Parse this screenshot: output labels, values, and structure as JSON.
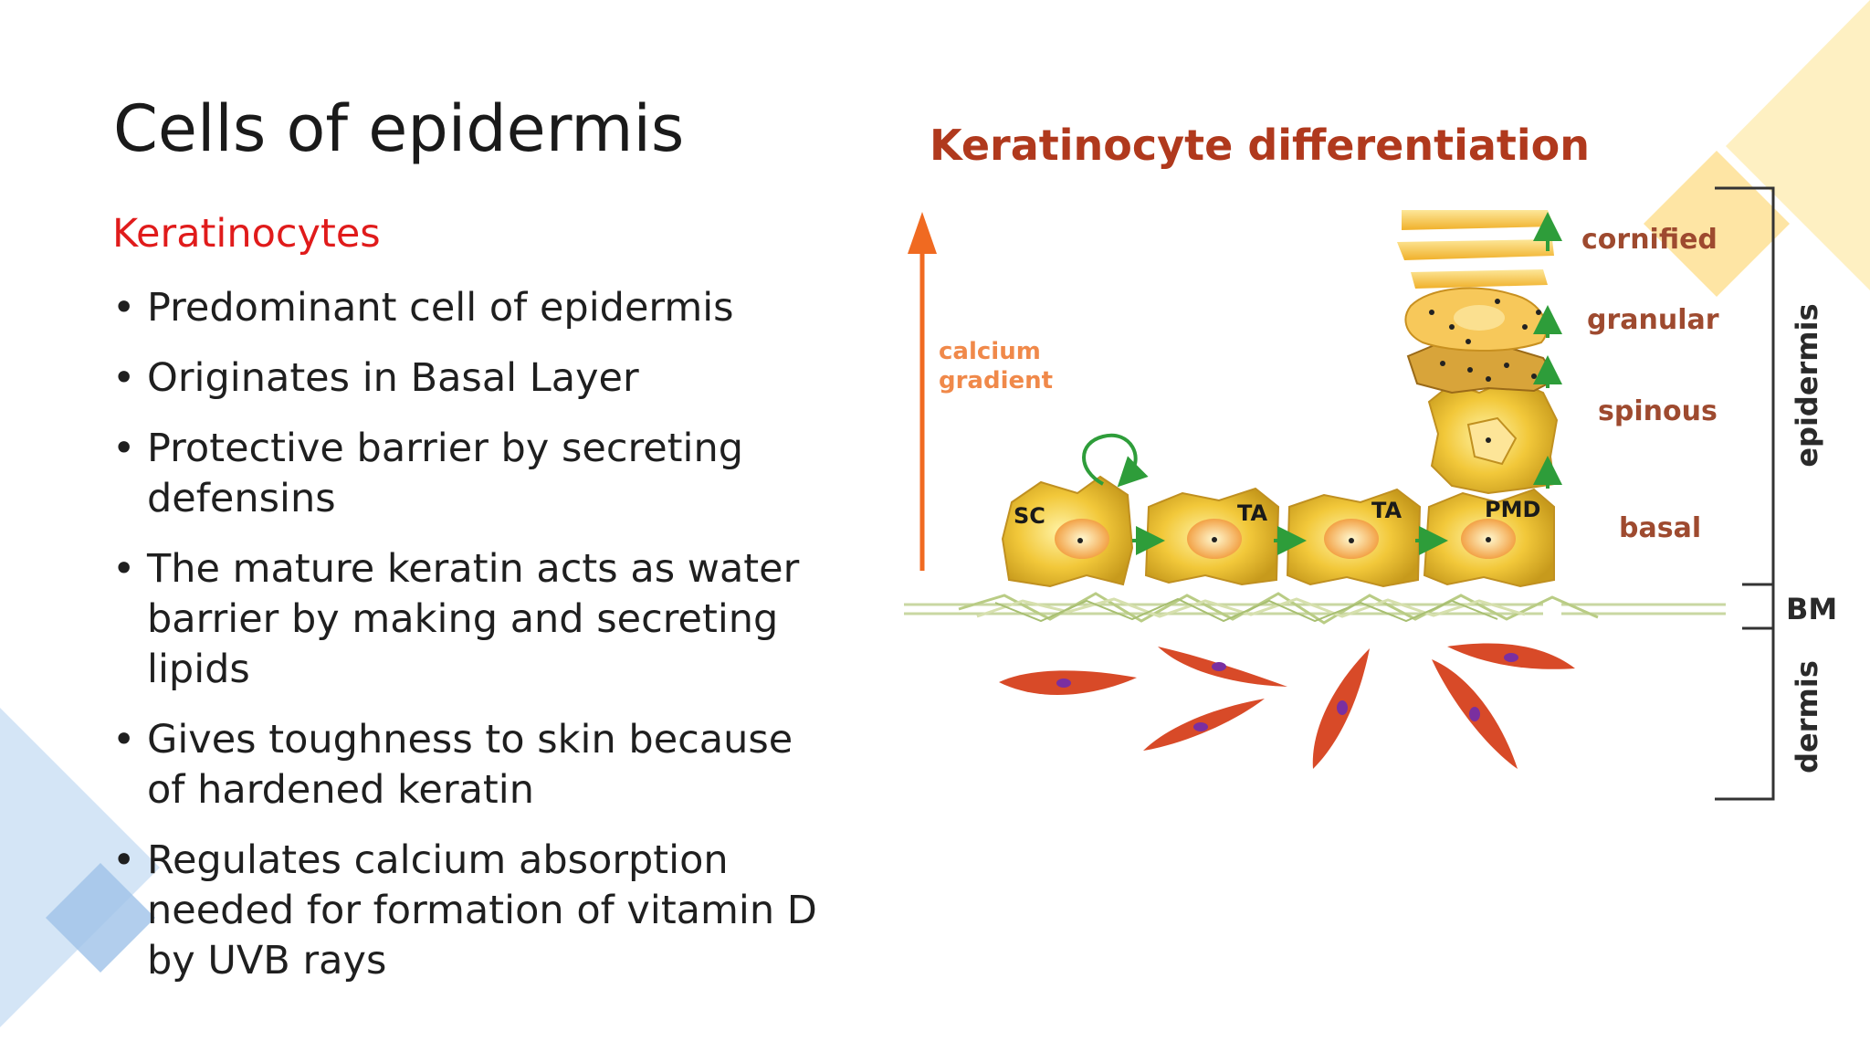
{
  "slide": {
    "title": "Cells of epidermis",
    "subtitle": "Keratinocytes",
    "bullets": [
      "Predominant cell of epidermis",
      "Originates in Basal Layer",
      "Protective barrier by secreting defensins",
      "The mature keratin acts as water barrier by making and secreting lipids",
      "Gives toughness to skin because of hardened keratin",
      "Regulates calcium absorption needed for formation of vitamin D by UVB rays"
    ],
    "bullet_symbol": "•"
  },
  "diagram": {
    "title": "Keratinocyte differentiation",
    "gradient_label_1": "calcium",
    "gradient_label_2": "gradient",
    "layers": {
      "cornified": "cornified",
      "granular": "granular",
      "spinous": "spinous",
      "basal": "basal"
    },
    "cell_labels": {
      "sc": "SC",
      "ta1": "TA",
      "ta2": "TA",
      "pmd": "PMD"
    },
    "brackets": {
      "epidermis": "epidermis",
      "bm": "BM",
      "dermis": "dermis"
    }
  },
  "colors": {
    "title_text": "#1a1a1a",
    "subtitle_red": "#e01b1b",
    "diagram_title": "#b0391d",
    "gradient_arrow": "#f06a21",
    "layer_label": "#9e4a2f",
    "cell_yellow": "#f2c83a",
    "fibroblast_red": "#d84a28",
    "deco_blue": "#bcd6f0",
    "deco_yellow": "#fde6a0"
  }
}
